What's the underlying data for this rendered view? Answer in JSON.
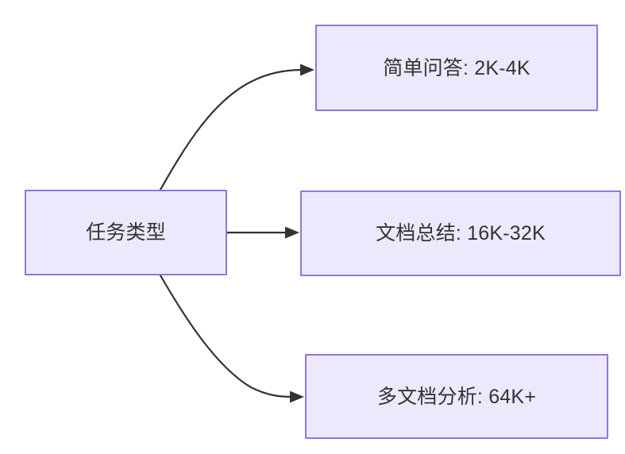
{
  "diagram": {
    "type": "flowchart",
    "direction": "left-to-right",
    "background_color": "#ffffff",
    "node_fill_color": "#ece9fc",
    "node_border_color": "#9673e0",
    "text_color": "#333333",
    "edge_color": "#333333",
    "nodes": [
      {
        "id": "root",
        "label": "任务类型",
        "role": "source"
      },
      {
        "id": "simple_qa",
        "label": "简单问答: 2K-4K",
        "role": "target"
      },
      {
        "id": "doc_summary",
        "label": "文档总结: 16K-32K",
        "role": "target"
      },
      {
        "id": "multidoc",
        "label": "多文档分析: 64K+",
        "role": "target"
      }
    ],
    "edges": [
      {
        "from": "root",
        "to": "simple_qa",
        "style": "curved",
        "arrow": "arrow-head-icon"
      },
      {
        "from": "root",
        "to": "doc_summary",
        "style": "straight",
        "arrow": "arrow-head-icon"
      },
      {
        "from": "root",
        "to": "multidoc",
        "style": "curved",
        "arrow": "arrow-head-icon"
      }
    ]
  }
}
